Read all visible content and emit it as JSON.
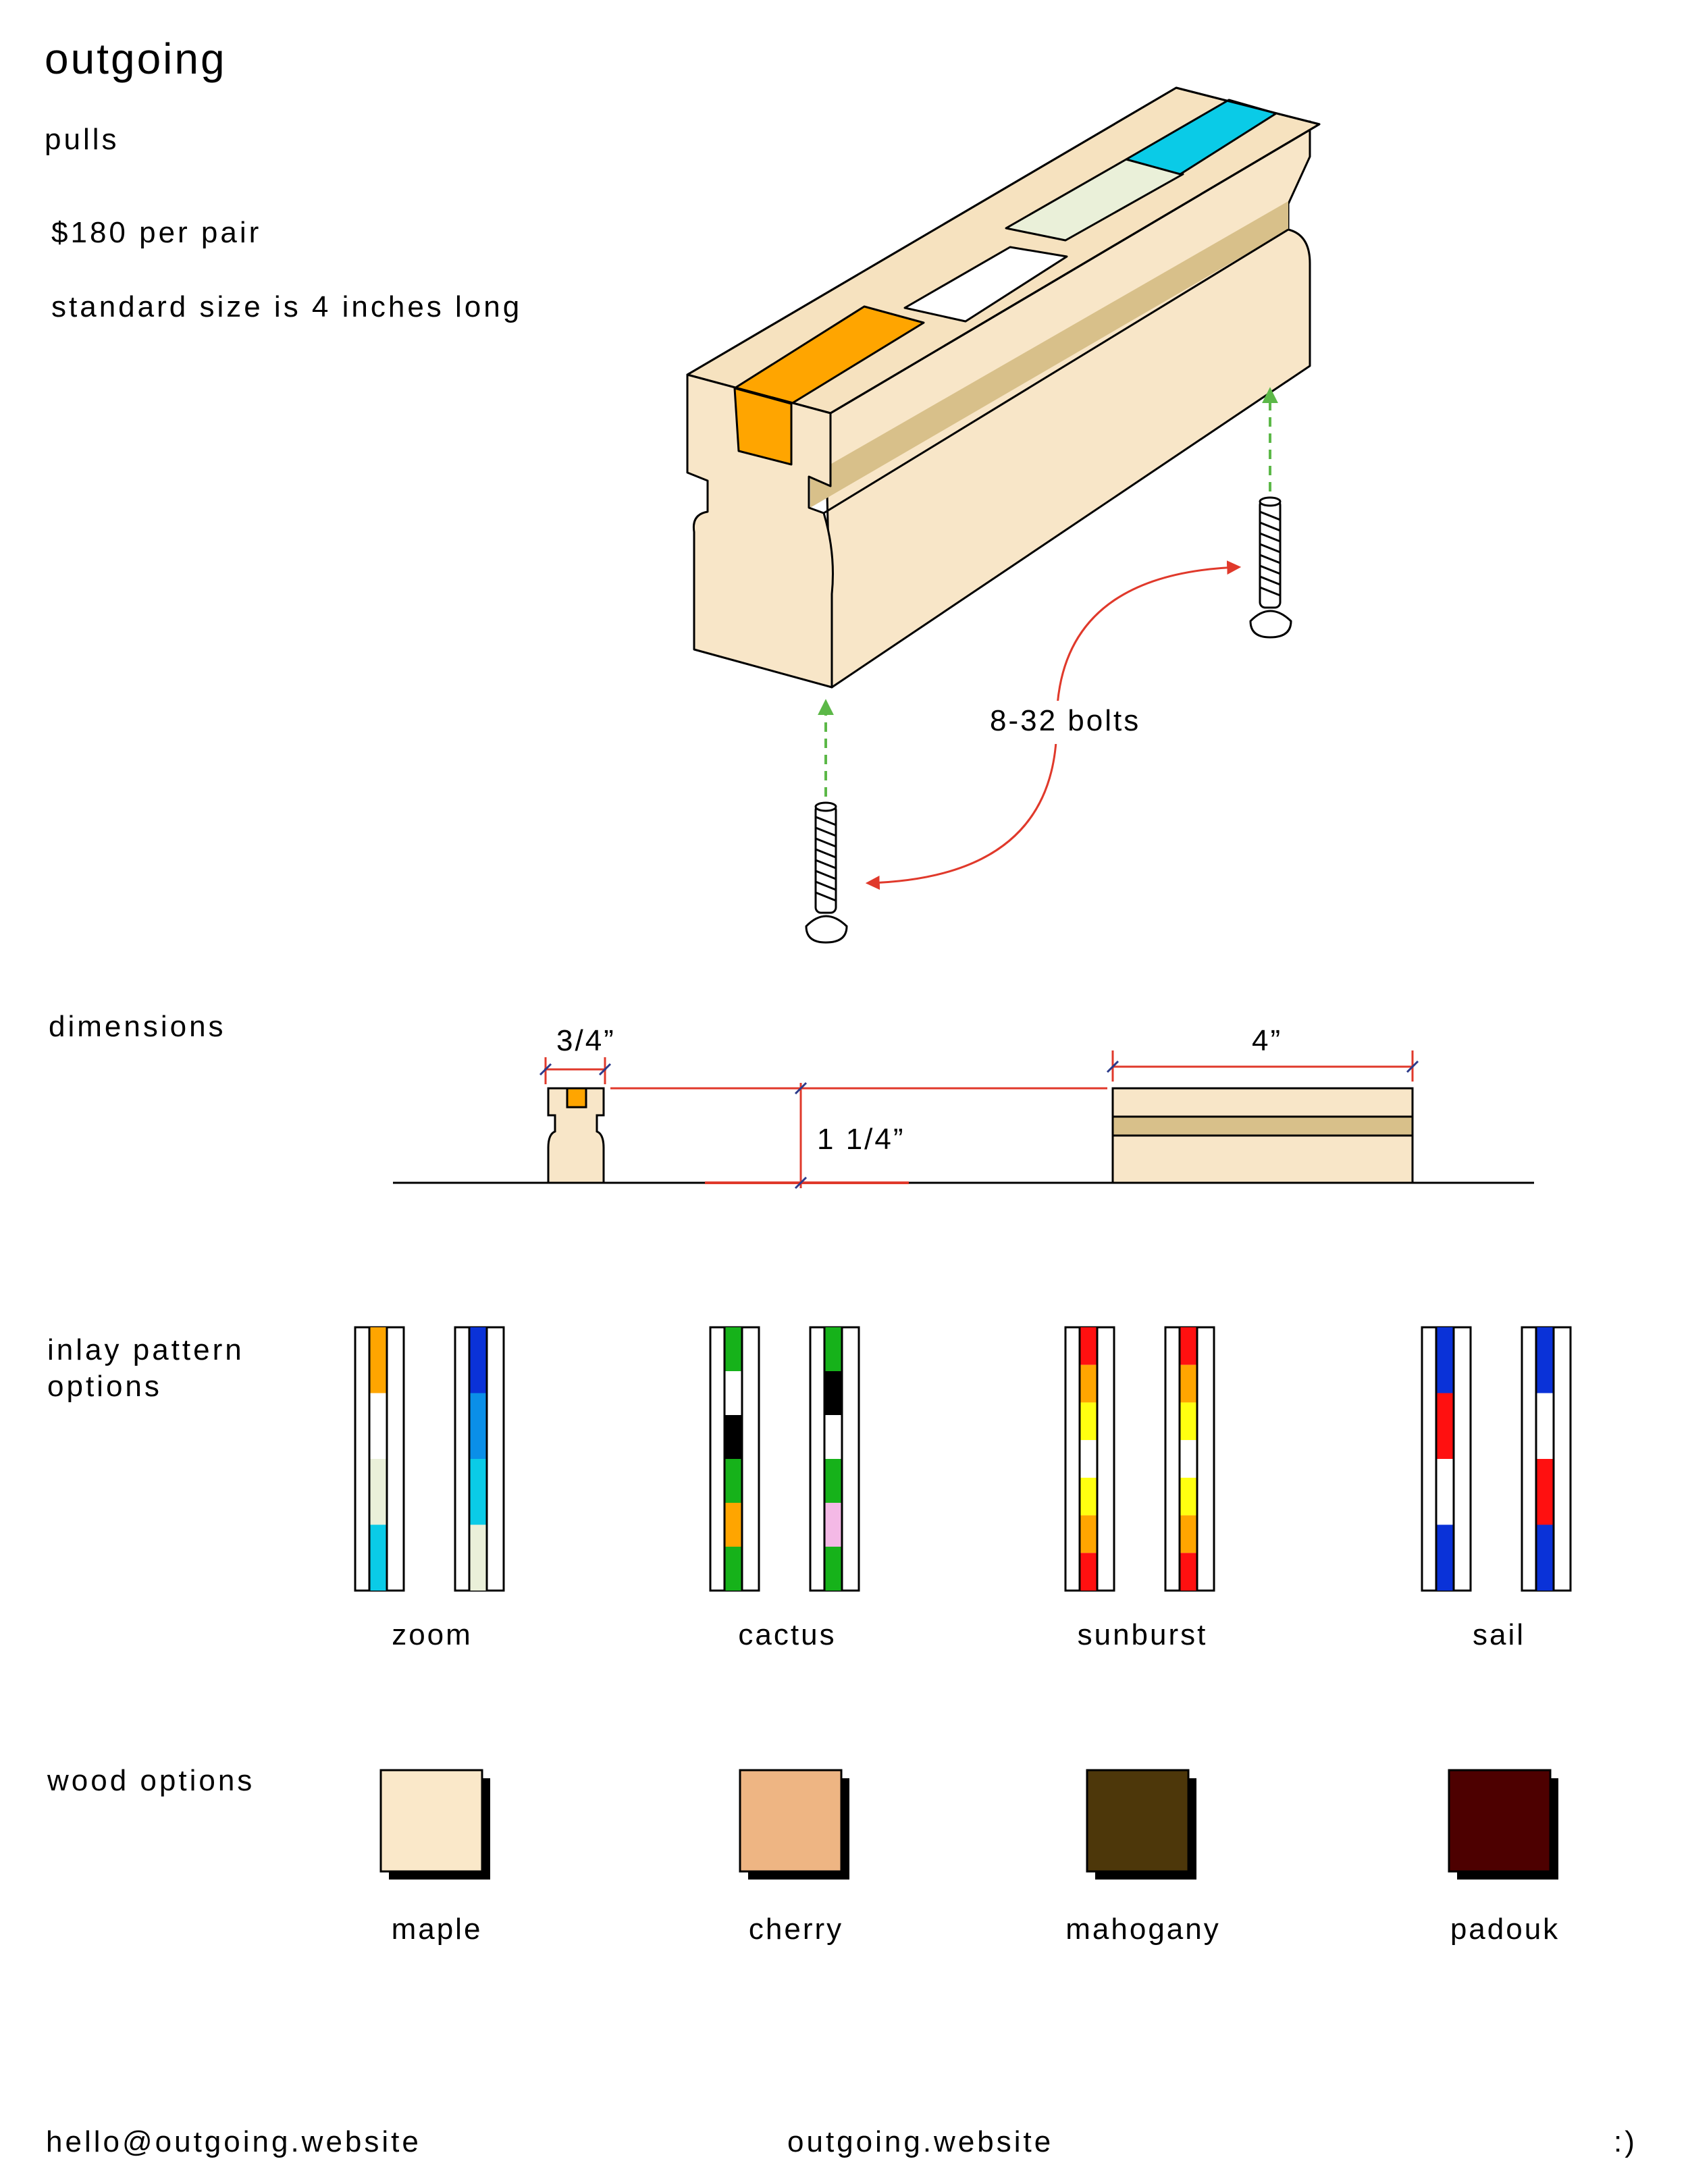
{
  "header": {
    "brand": "outgoing",
    "product": "pulls",
    "price": "$180 per pair",
    "size_note": "standard size is 4 inches long"
  },
  "illustration": {
    "bolts_label": "8-32 bolts",
    "colors": {
      "wood_face": "#f8e6c8",
      "wood_top": "#f6e2bf",
      "groove": "#d8c08a",
      "inlay_orange": "#ffa500",
      "inlay_cream": "#eaf0d9",
      "inlay_cyan": "#0acbe7",
      "arrow_red": "#e0392b",
      "arrow_green": "#5cb848"
    }
  },
  "dimensions": {
    "label": "dimensions",
    "width": "3/4”",
    "height": "1 1/4”",
    "length": "4”"
  },
  "inlay": {
    "label": "inlay pattern options",
    "patterns": [
      {
        "name": "zoom",
        "strips": [
          [
            "#ffa500",
            "#ffffff",
            "#eaf0d9",
            "#0acbe7"
          ],
          [
            "#0a32d8",
            "#0a8fe8",
            "#0acbe7",
            "#eaf0d9"
          ]
        ]
      },
      {
        "name": "cactus",
        "strips": [
          [
            "#16b21a",
            "#ffffff",
            "#000000",
            "#16b21a",
            "#ffa500",
            "#16b21a"
          ],
          [
            "#16b21a",
            "#000000",
            "#ffffff",
            "#16b21a",
            "#f4b9e6",
            "#16b21a"
          ]
        ]
      },
      {
        "name": "sunburst",
        "strips": [
          [
            "#ff1010",
            "#ffa500",
            "#ffff10",
            "#ffffff",
            "#ffff10",
            "#ffa500",
            "#ff1010"
          ],
          [
            "#ff1010",
            "#ffa500",
            "#ffff10",
            "#ffffff",
            "#ffff10",
            "#ffa500",
            "#ff1010"
          ]
        ]
      },
      {
        "name": "sail",
        "strips": [
          [
            "#0a32d8",
            "#ff1010",
            "#ffffff",
            "#0a32d8"
          ],
          [
            "#0a32d8",
            "#ffffff",
            "#ff1010",
            "#0a32d8"
          ]
        ]
      }
    ]
  },
  "wood": {
    "label": "wood options",
    "options": [
      {
        "name": "maple",
        "color": "#fae8c9"
      },
      {
        "name": "cherry",
        "color": "#eeb583"
      },
      {
        "name": "mahogany",
        "color": "#4d370a"
      },
      {
        "name": "padouk",
        "color": "#4d0000"
      }
    ]
  },
  "footer": {
    "email": "hello@outgoing.website",
    "site": "outgoing.website",
    "smile": ":)"
  }
}
